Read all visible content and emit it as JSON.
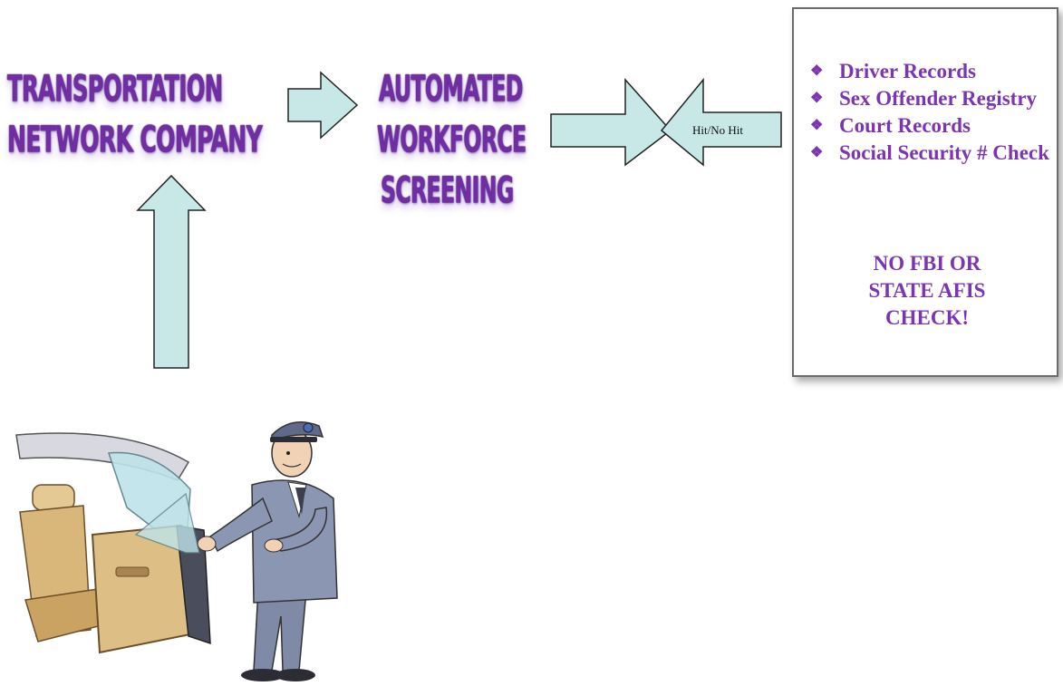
{
  "diagram": {
    "source": {
      "line1": "TRANSPORTATION",
      "line2": "NETWORK COMPANY"
    },
    "screening": {
      "line1": "AUTOMATED",
      "line2": "WORKFORCE",
      "line3": "SCREENING"
    },
    "result_label": "Hit/No Hit",
    "checks": [
      "Driver Records",
      "Sex Offender Registry",
      "Court Records",
      "Social Security # Check"
    ],
    "warning": {
      "line1": "NO FBI OR",
      "line2": "STATE AFIS",
      "line3": "CHECK!"
    },
    "colors": {
      "title_purple": "#6f2fa3",
      "arrow_fill": "#c8e8e8",
      "text_purple": "#7b35b0"
    },
    "icons": {
      "bullet": "diamond-bullet-icon",
      "illustration": "chauffeur-car-door-illustration"
    }
  }
}
